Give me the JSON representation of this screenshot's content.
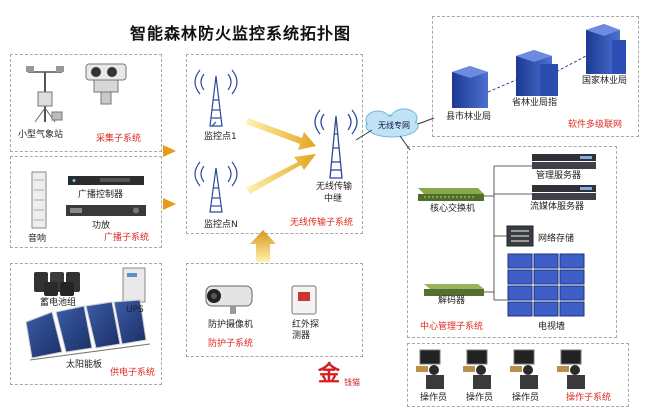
{
  "title": "智能森林防火监控系统拓扑图",
  "collection": {
    "weather_station": "小型气象站",
    "subsystem": "采集子系统"
  },
  "broadcast": {
    "speaker": "音响",
    "controller": "广播控制器",
    "amplifier": "功放",
    "subsystem": "广播子系统"
  },
  "power": {
    "battery": "蓄电池组",
    "ups": "UPS",
    "solar": "太阳能板",
    "subsystem": "供电子系统"
  },
  "wireless": {
    "point1": "监控点1",
    "pointN": "监控点N",
    "relay_l1": "无线传输",
    "relay_l2": "中继",
    "subsystem": "无线传输子系统"
  },
  "protection": {
    "camera": "防护摄像机",
    "ir_l1": "红外探",
    "ir_l2": "测器",
    "subsystem": "防护子系统"
  },
  "cloud": {
    "label": "无线专网"
  },
  "network": {
    "county": "县市林业局",
    "province": "省林业局指",
    "national": "国家林业局",
    "subsystem": "软件多级联网"
  },
  "center": {
    "core_switch": "核心交换机",
    "mgmt_server": "管理服务器",
    "media_server": "流媒体服务器",
    "storage": "网络存储",
    "decoder": "解码器",
    "video_wall": "电视墙",
    "subsystem": "中心管理子系统"
  },
  "operators": {
    "label": "操作员",
    "subsystem": "操作子系统"
  },
  "logo": {
    "text": "金",
    "sub": "钱猫"
  },
  "colors": {
    "accent": "#e0281e",
    "arrow": "#e3b224",
    "cloud": "#bfe3f5",
    "server": "#3a3d44",
    "building": "#2c4aa8"
  }
}
